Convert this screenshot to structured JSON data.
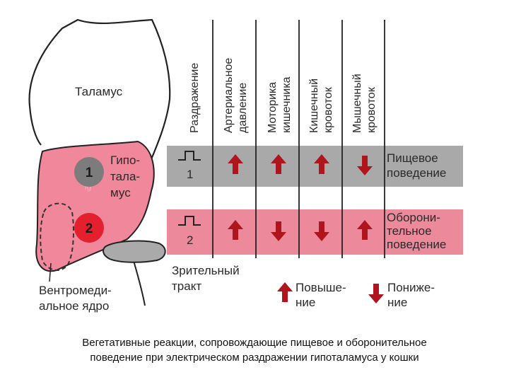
{
  "labels": {
    "thalamus": "Таламус",
    "hypothalamus": [
      "Гипо-",
      "тала-",
      "мус"
    ],
    "optic_tract": [
      "Зрительный",
      "тракт"
    ],
    "ventromedial": [
      "Вентромеди-",
      "альное ядро"
    ],
    "faint": "ig"
  },
  "columns": [
    [
      "Раздражение"
    ],
    [
      "Артериальное",
      "давление"
    ],
    [
      "Моторика",
      "кишечника"
    ],
    [
      "Кишечный",
      "кровоток"
    ],
    [
      "Мышечный",
      "кровоток"
    ]
  ],
  "rows": [
    {
      "id": "1",
      "behavior": [
        "Пищевое",
        "поведение"
      ],
      "responses": [
        "up",
        "up",
        "up",
        "down"
      ],
      "color": "#a9a9a9"
    },
    {
      "id": "2",
      "behavior": [
        "Оборони-",
        "тельное",
        "поведение"
      ],
      "responses": [
        "up",
        "down",
        "down",
        "up"
      ],
      "color": "#ec8a9c"
    }
  ],
  "points": [
    {
      "id": "1",
      "color": "#7c7c7c"
    },
    {
      "id": "2",
      "color": "#e4202e"
    }
  ],
  "legend": {
    "up": [
      "Повыше-",
      "ние"
    ],
    "down": [
      "Пониже-",
      "ние"
    ]
  },
  "colors": {
    "arrow": "#b0151d",
    "hypothalamus": "#f0879a",
    "optic": "#aaaaaa"
  },
  "caption": {
    "line1": "Вегетативные реакции, сопровождающие пищевое и оборонительное",
    "line2": "поведение при электрическом раздражении гипоталамуса у кошки"
  }
}
